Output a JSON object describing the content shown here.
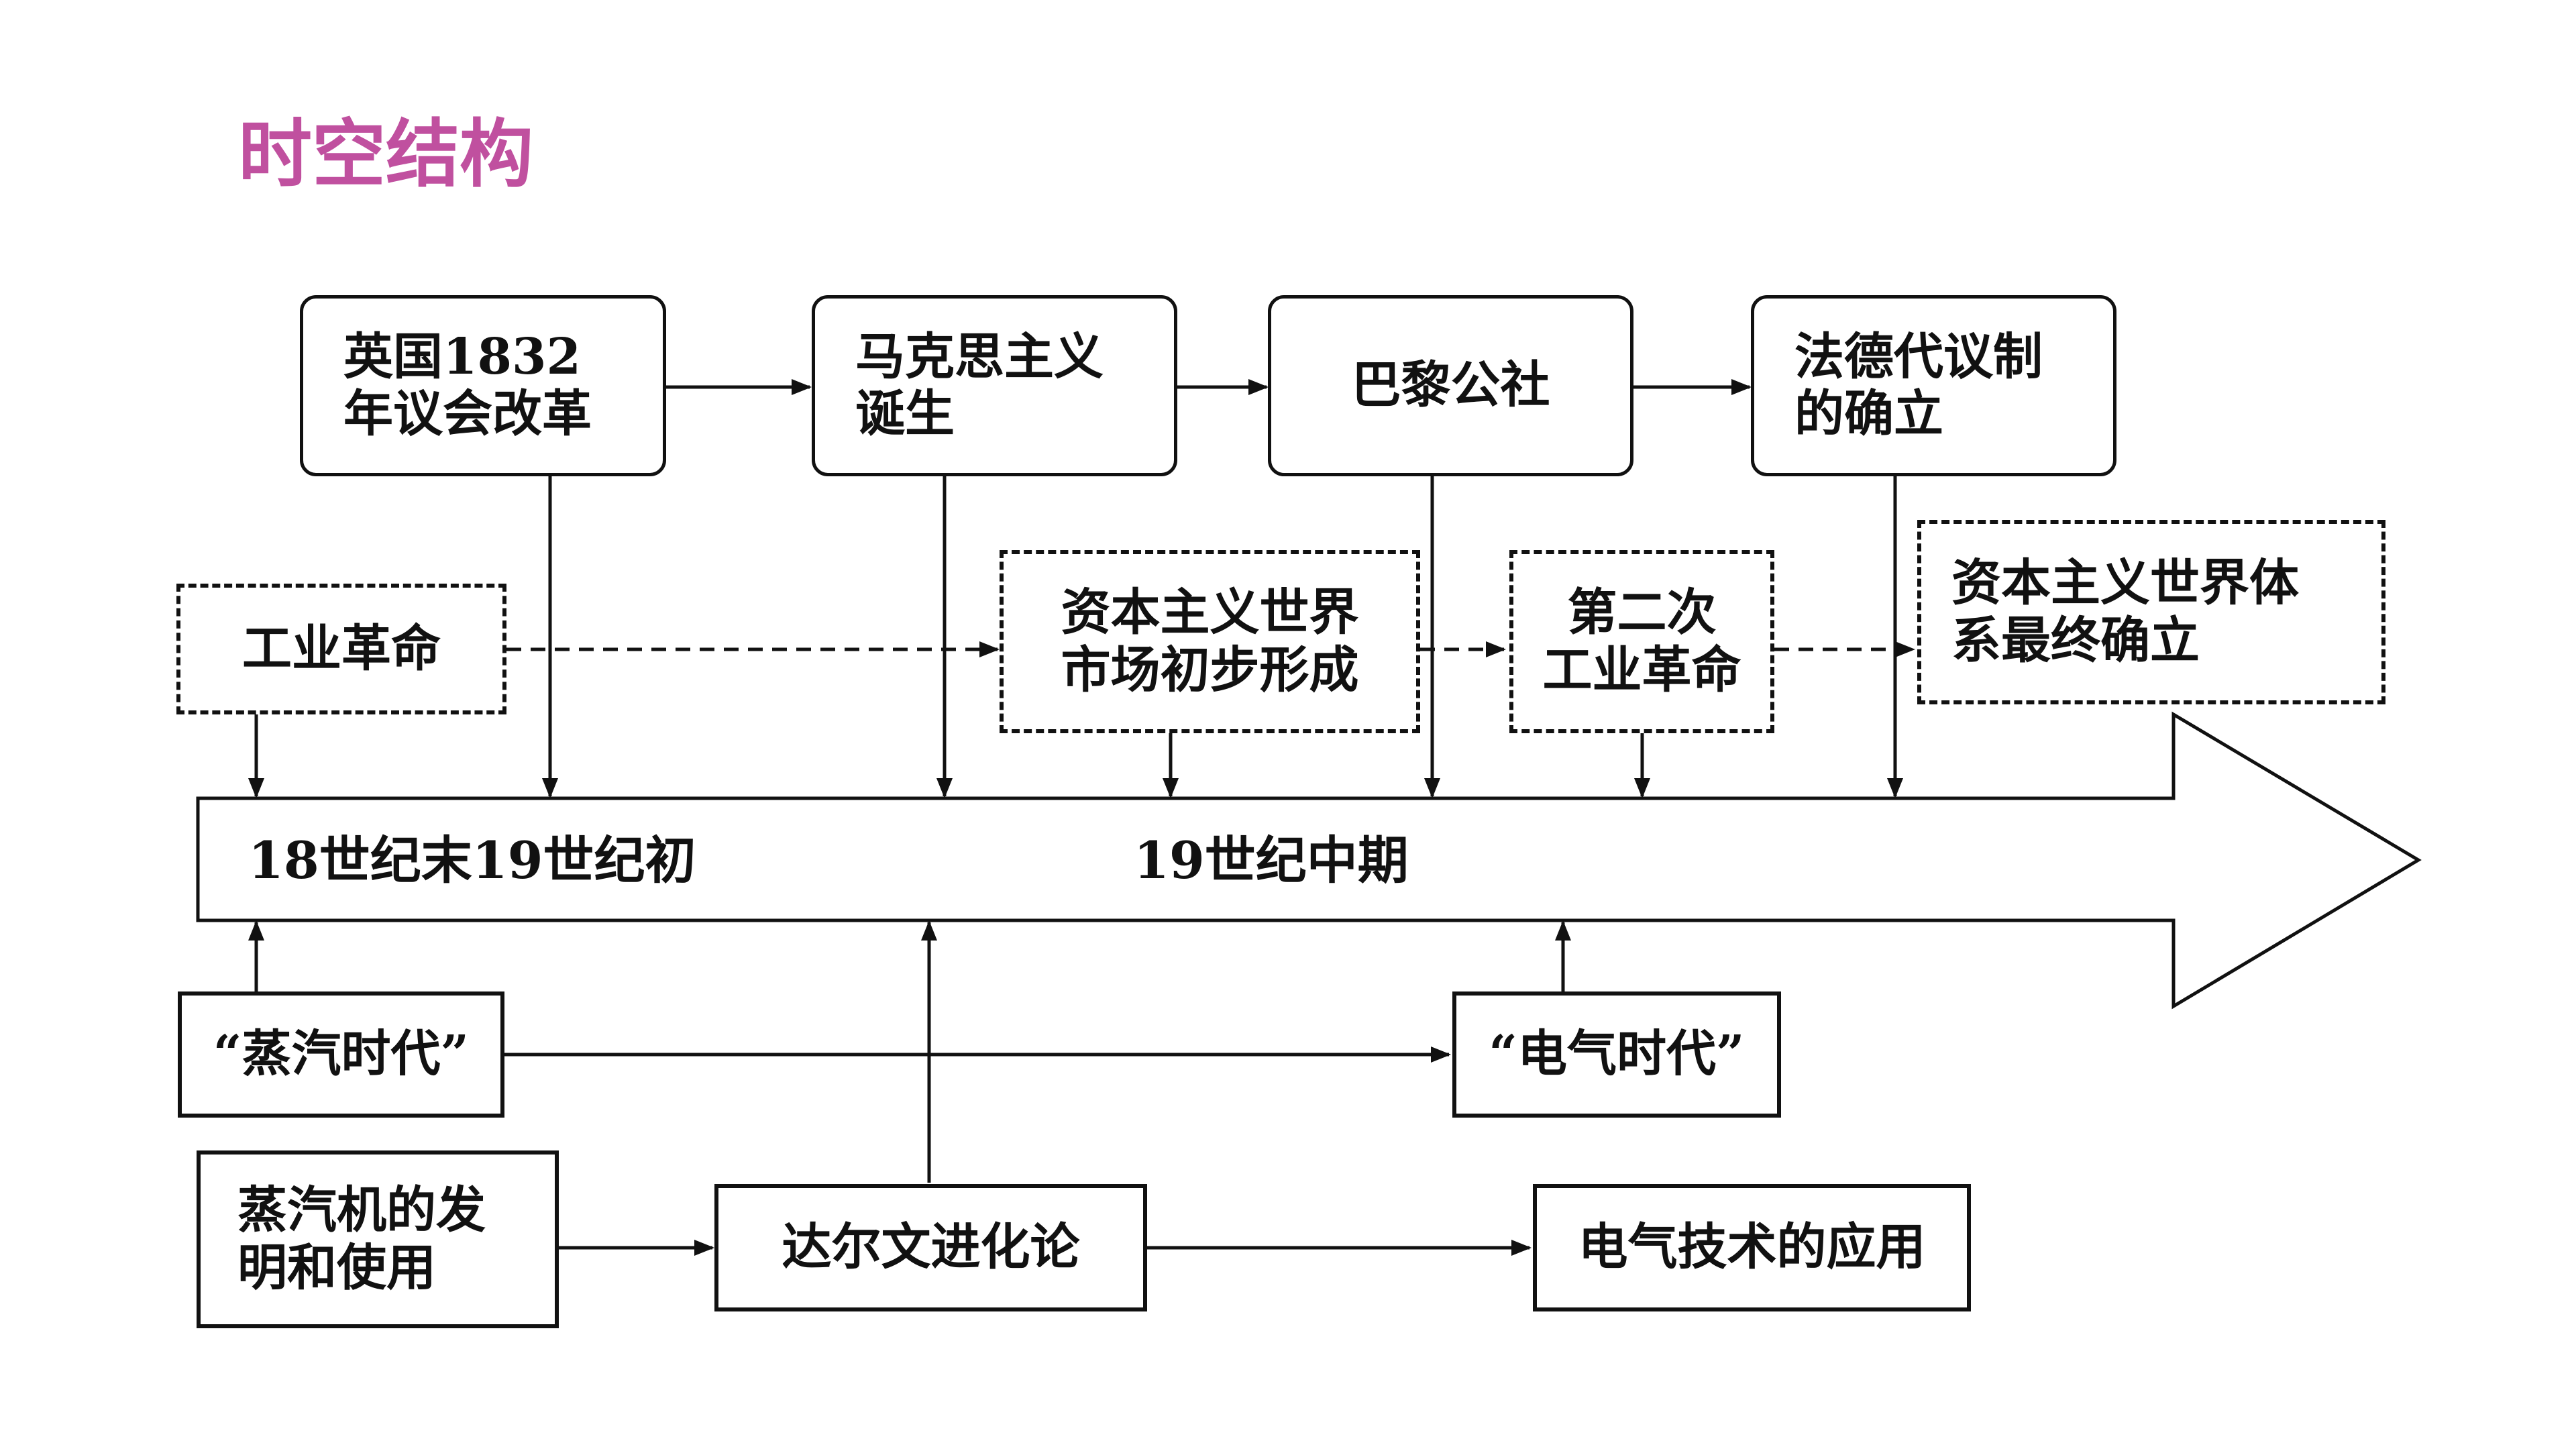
{
  "title": "时空结构",
  "political_events": [
    "英国1832\n年议会改革",
    "马克思主义\n诞生",
    "巴黎公社",
    "法德代议制\n的确立"
  ],
  "economic_events": [
    "工业革命",
    "资本主义世界\n市场初步形成",
    "第二次\n工业革命",
    "资本主义世界体\n系最终确立"
  ],
  "timeline": {
    "label_start": "18世纪末19世纪初",
    "label_mid": "19世纪中期"
  },
  "eras": [
    "“蒸汽时代”",
    "“电气时代”"
  ],
  "technologies": [
    "蒸汽机的发\n明和使用",
    "达尔文进化论",
    "电气技术的应用"
  ]
}
